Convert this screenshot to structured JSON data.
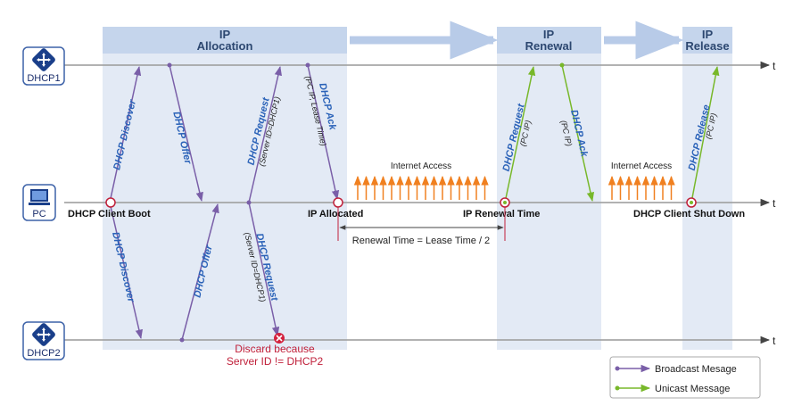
{
  "phases": {
    "allocation": [
      "IP",
      "Allocation"
    ],
    "renewal": [
      "IP",
      "Renewal"
    ],
    "release": [
      "IP",
      "Release"
    ]
  },
  "devices": {
    "dhcp1": "DHCP1",
    "pc": "PC",
    "dhcp2": "DHCP2"
  },
  "time_axis_label": "t",
  "messages": {
    "discover_1": "DHCP Discover",
    "offer_1": "DHCP Offer",
    "request_1": "DHCP Request",
    "request_1_sub": "(Server ID=DHCP1)",
    "ack_1": "DHCP Ack",
    "ack_1_sub": "(PC IP, Lease Time)",
    "discover_2": "DHCP Discover",
    "offer_2": "DHCP Offer",
    "request_2": "DHCP Request",
    "request_2_sub": "(Server ID=DHCP1)",
    "renew_request": "DHCP Request",
    "renew_request_sub": "(PC IP)",
    "renew_ack": "DHCP Ack",
    "renew_ack_sub": "(PC IP)",
    "release": "DHCP Release",
    "release_sub": "(PC IP)"
  },
  "events": {
    "boot": "DHCP Client Boot",
    "allocated": "IP Allocated",
    "renewal_time": "IP Renewal Time",
    "shutdown": "DHCP Client Shut Down"
  },
  "internet_access_1": "Internet Access",
  "internet_access_2": "Internet Access",
  "renewal_formula": "Renewal Time = Lease Time / 2",
  "discard": [
    "Discard because",
    "Server ID != DHCP2"
  ],
  "legend": {
    "broadcast": "Broadcast Mesage",
    "unicast": "Unicast Message"
  },
  "colors": {
    "broadcast": "#7a5fa8",
    "unicast": "#78b82a",
    "phase_fill": "#e3eaf5",
    "phase_header": "#c5d5ec",
    "discard": "#d4213d",
    "internet": "#f08020"
  }
}
